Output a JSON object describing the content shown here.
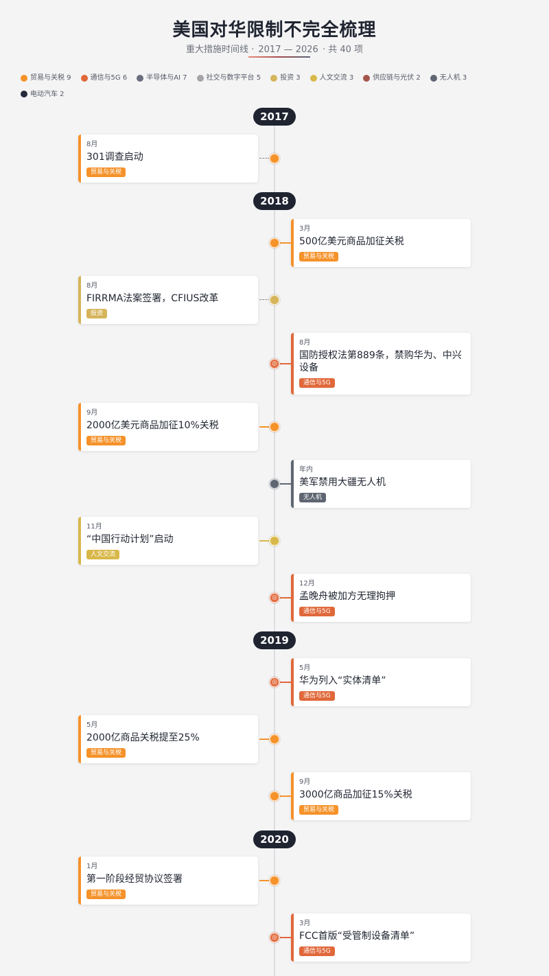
{
  "header": {
    "title": "美国对华限制不完全梳理",
    "subtitle_prefix": "重大措施时间线 ·",
    "subtitle_range": "2017 — 2026",
    "subtitle_suffix": "· 共 40 项"
  },
  "legend": [
    {
      "label": "贸易与关税 9",
      "color": "#f5922a"
    },
    {
      "label": "通信与5G 6",
      "color": "#e0683a"
    },
    {
      "label": "半导体与AI 7",
      "color": "#6b6e80"
    },
    {
      "label": "社交与数字平台 5",
      "color": "#a8a3a8"
    },
    {
      "label": "投资 3",
      "color": "#d6b45a"
    },
    {
      "label": "人文交流 3",
      "color": "#d9b84a"
    },
    {
      "label": "供应链与光伏 2",
      "color": "#a2564a"
    },
    {
      "label": "无人机 3",
      "color": "#5f6672"
    },
    {
      "label": "电动汽车 2",
      "color": "#262a3d"
    }
  ],
  "years": [
    "2017",
    "2018",
    "2019",
    "2020"
  ],
  "events": [
    {
      "month": "8月",
      "text": "301调查启动",
      "tag": "贸易与关税",
      "color": "#f5922a",
      "icon": "circle-icon"
    },
    {
      "month": "3月",
      "text": "500亿美元商品加征关税",
      "tag": "贸易与关税",
      "color": "#f5922a",
      "icon": "circle-icon"
    },
    {
      "month": "8月",
      "text": "FIRRMA法案签署，CFIUS改革",
      "tag": "投资",
      "color": "#d6b45a",
      "icon": "circle-icon"
    },
    {
      "month": "8月",
      "text": "国防授权法第889条，禁购华为、中兴设备",
      "tag": "通信与5G",
      "color": "#e0683a",
      "icon": "signal-icon"
    },
    {
      "month": "9月",
      "text": "2000亿美元商品加征10%关税",
      "tag": "贸易与关税",
      "color": "#f5922a",
      "icon": "circle-icon"
    },
    {
      "month": "年内",
      "text": "美军禁用大疆无人机",
      "tag": "无人机",
      "color": "#5f6672",
      "icon": "circle-icon"
    },
    {
      "month": "11月",
      "text": "“中国行动计划”启动",
      "tag": "人文交流",
      "color": "#d9b84a",
      "icon": "circle-icon"
    },
    {
      "month": "12月",
      "text": "孟晚舟被加方无理拘押",
      "tag": "通信与5G",
      "color": "#e0683a",
      "icon": "signal-icon"
    },
    {
      "month": "5月",
      "text": "华为列入“实体清单”",
      "tag": "通信与5G",
      "color": "#e0683a",
      "icon": "signal-icon"
    },
    {
      "month": "5月",
      "text": "2000亿商品关税提至25%",
      "tag": "贸易与关税",
      "color": "#f5922a",
      "icon": "circle-icon"
    },
    {
      "month": "9月",
      "text": "3000亿商品加征15%关税",
      "tag": "贸易与关税",
      "color": "#f5922a",
      "icon": "circle-icon"
    },
    {
      "month": "1月",
      "text": "第一阶段经贸协议签署",
      "tag": "贸易与关税",
      "color": "#f5922a",
      "icon": "circle-icon"
    },
    {
      "month": "3月",
      "text": "FCC首版“受管制设备清单”",
      "tag": "通信与5G",
      "color": "#e0683a",
      "icon": "signal-icon"
    }
  ]
}
